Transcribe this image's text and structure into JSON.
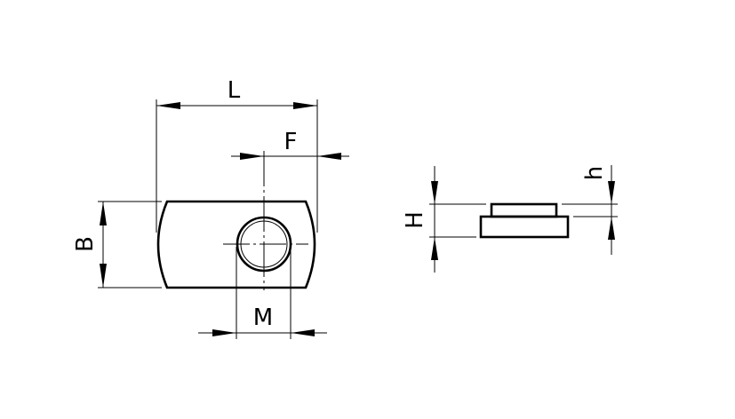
{
  "drawing": {
    "labels": {
      "length": "L",
      "offset": "F",
      "width": "B",
      "thread": "M",
      "total_height": "H",
      "flange_height": "h"
    },
    "line_color": "#000000",
    "background": "#ffffff"
  }
}
